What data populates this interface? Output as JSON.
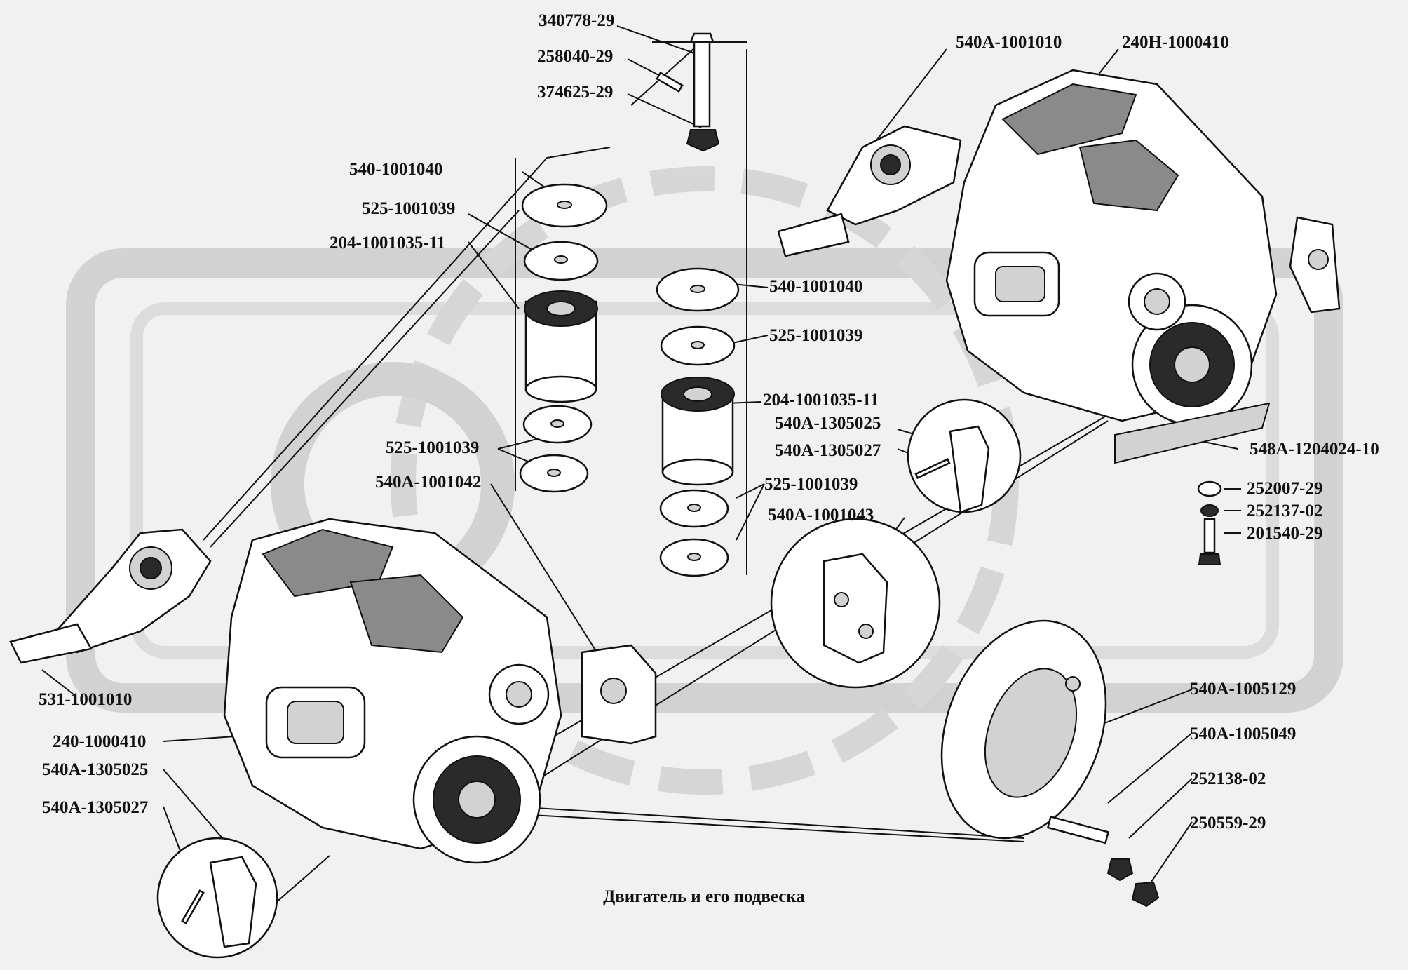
{
  "caption": "Двигатель и его подвеска",
  "labels": {
    "l_340778": "340778-29",
    "l_258040": "258040-29",
    "l_374625": "374625-29",
    "l_540_1001040_a": "540-1001040",
    "l_525_1001039_a": "525-1001039",
    "l_204_1001035_a": "204-1001035-11",
    "l_540_1001040_b": "540-1001040",
    "l_525_1001039_b": "525-1001039",
    "l_204_1001035_b": "204-1001035-11",
    "l_525_1001039_c": "525-1001039",
    "l_540a_1001042": "540А-1001042",
    "l_525_1001039_d": "525-1001039",
    "l_540a_1001010": "540А-1001010",
    "l_240n_1000410": "240Н-1000410",
    "l_540a_1305025_a": "540А-1305025",
    "l_540a_1305027_a": "540А-1305027",
    "l_540a_1001043": "540А-1001043",
    "l_548a_1204024": "548А-1204024-10",
    "l_252007": "252007-29",
    "l_252137": "252137-02",
    "l_201540": "201540-29",
    "l_531_1001010": "531-1001010",
    "l_240_1000410": "240-1000410",
    "l_540a_1305025_b": "540А-1305025",
    "l_540a_1305027_b": "540А-1305027",
    "l_540a_1005129": "540А-1005129",
    "l_540a_1005049": "540А-1005049",
    "l_252138": "252138-02",
    "l_250559": "250559-29"
  }
}
